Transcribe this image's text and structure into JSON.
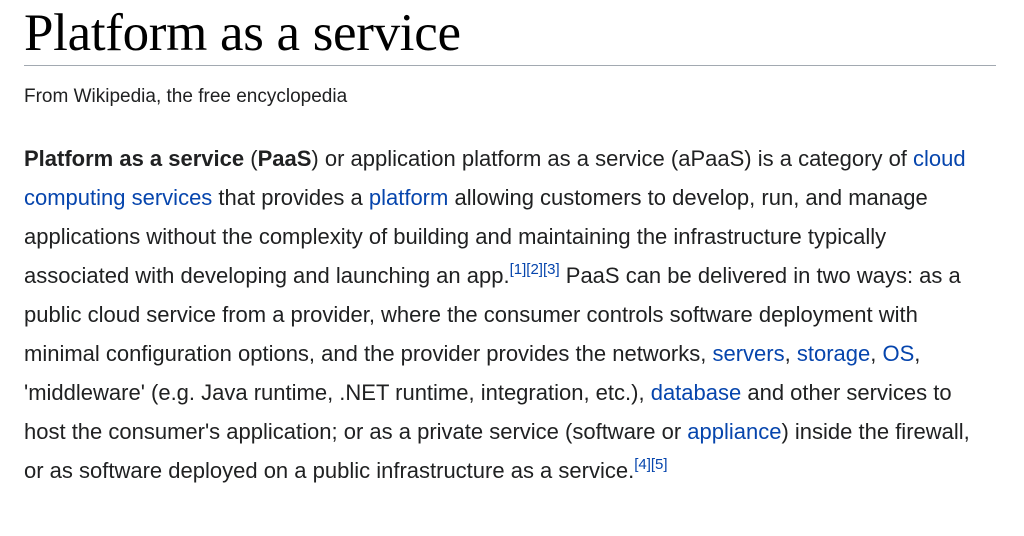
{
  "article": {
    "title": "Platform as a service",
    "tagline": "From Wikipedia, the free encyclopedia"
  },
  "paragraph": {
    "s01": "Platform as a service",
    "s02": " (",
    "s03": "PaaS",
    "s04": ") or application platform as a service (aPaaS) is a category of ",
    "l_cloud": "cloud computing services",
    "s05": " that provides a ",
    "l_platform": "platform",
    "s06": " allowing customers to develop, run, and manage applications without the complexity of building and maintaining the infrastructure typically associated with developing and launching an app.",
    "ref1": "[1]",
    "ref2": "[2]",
    "ref3": "[3]",
    "s07": " PaaS can be delivered in two ways: as a public cloud service from a provider, where the consumer controls software deployment with minimal configuration options, and the provider provides the networks, ",
    "l_servers": "servers",
    "s08": ", ",
    "l_storage": "storage",
    "s09": ", ",
    "l_os": "OS",
    "s10": ", 'middleware' (e.g. Java runtime, .NET runtime, integration, etc.), ",
    "l_database": "database",
    "s11": " and other services to host the consumer's application; or as a private service (software or ",
    "l_appliance": "appliance",
    "s12": ") inside the firewall, or as software deployed on a public infrastructure as a service.",
    "ref4": "[4]",
    "ref5": "[5]"
  },
  "colors": {
    "link": "#0645ad",
    "text": "#202122",
    "rule": "#a2a9b1"
  }
}
